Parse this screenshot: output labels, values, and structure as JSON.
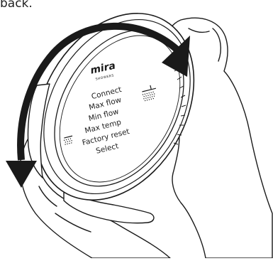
{
  "caption": {
    "text": "back."
  },
  "device": {
    "brand": "mira",
    "brand_subtitle": "SHOWERS",
    "menu_items": [
      "Connect",
      "Max flow",
      "Min flow",
      "Max temp",
      "Factory reset",
      "Select"
    ]
  },
  "icons": {
    "left_indicator": "dotted-shower-icon",
    "right_indicator": "dotted-shower-icon",
    "rotation": "double-headed-curved-arrow-icon"
  },
  "colors": {
    "line": "#1a1a1a",
    "arrow": "#1a1a1a",
    "text": "#222222",
    "background": "#ffffff"
  }
}
